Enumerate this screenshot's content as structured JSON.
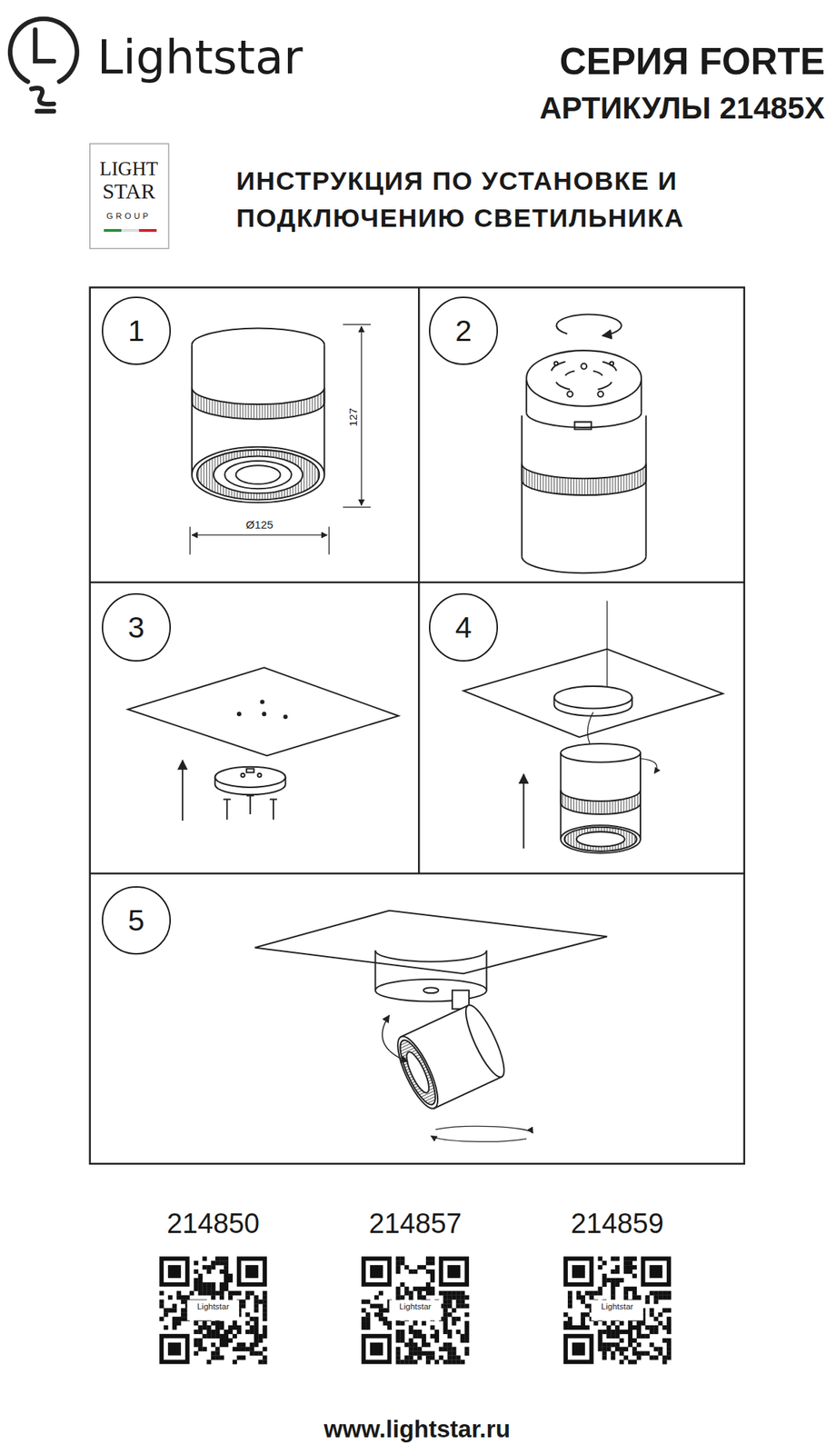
{
  "diagram": {
    "title": "ИНСТРУКЦИЯ ПО УСТАНОВКЕ И ПОДКЛЮЧЕНИЮ СВЕТИЛЬНИКА",
    "nodes": [
      {
        "text": [
          "1"
        ]
      },
      {
        "text": [
          "2"
        ]
      },
      {
        "text": [
          "3"
        ]
      },
      {
        "text": [
          "4"
        ]
      },
      {
        "text": [
          "5"
        ]
      }
    ],
    "labels": [
      "Lightstar",
      "СЕРИЯ FORTE",
      "АРТИКУЛЫ 21485X",
      "LIGHT",
      "STAR",
      "GROUP",
      "127",
      "Ø125",
      "214850",
      "214857",
      "214859",
      "Lightstar",
      "Lightstar",
      "Lightstar",
      "www.lightstar.ru"
    ]
  }
}
